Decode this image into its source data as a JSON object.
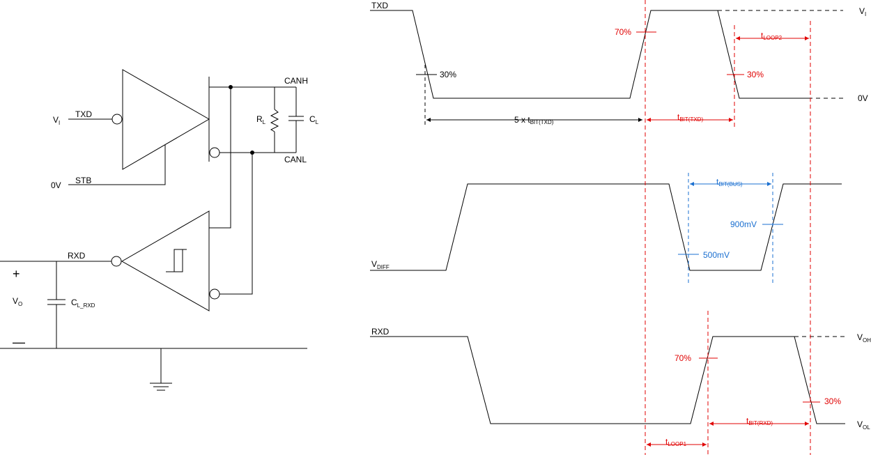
{
  "circuit": {
    "txd_pin": "TXD",
    "vi_main": "V",
    "vi_sub": "I",
    "stb_pin": "STB",
    "zero_v": "0V",
    "canh": "CANH",
    "canl": "CANL",
    "rl_main": "R",
    "rl_sub": "L",
    "cl_main": "C",
    "cl_sub": "L",
    "rxd_pin": "RXD",
    "plus": "+",
    "minus": "—",
    "vo_main": "V",
    "vo_sub": "O",
    "clrxd_main": "C",
    "clrxd_sub": "L_RXD"
  },
  "timing": {
    "txd_label": "TXD",
    "vi_main": "V",
    "vi_sub": "I",
    "zero_v": "0V",
    "txd_70": "70%",
    "txd_30_fall": "30%",
    "txd_30_rise": "30%",
    "tloop2_main": "t",
    "tloop2_sub": "LOOP2",
    "five_x": "5 x t",
    "tbit_txd_sub": "BIT(TXD)",
    "tbit_txd_main": "t",
    "tbit_txd_sub2": "BIT(TXD)",
    "vdiff_main": "V",
    "vdiff_sub": "DIFF",
    "tbit_bus_main": "t",
    "tbit_bus_sub": "BIT(BUS)",
    "mv900": "900mV",
    "mv500": "500mV",
    "rxd_label": "RXD",
    "voh_main": "V",
    "voh_sub": "OH",
    "vol_main": "V",
    "vol_sub": "OL",
    "rxd_70": "70%",
    "rxd_30": "30%",
    "tloop1_main": "t",
    "tloop1_sub": "LOOP1",
    "tbit_rxd_main": "t",
    "tbit_rxd_sub": "BIT(RXD)"
  },
  "colors": {
    "wire": "#000000",
    "timing_marker": "#e00000",
    "bus_marker": "#1a6fd0"
  }
}
